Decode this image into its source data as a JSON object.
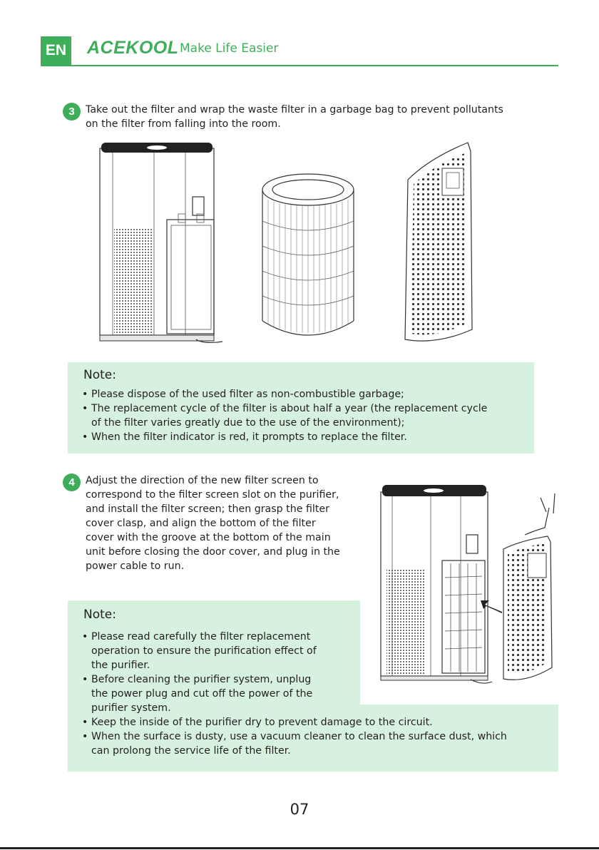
{
  "header": {
    "lang": "EN",
    "brand": "ACEKOOL",
    "tagline": "Make Life Easier"
  },
  "colors": {
    "accent": "#3fae5a",
    "note_bg": "#d6f1dd",
    "text": "#231f20"
  },
  "step3": {
    "number": "3",
    "lines": [
      "Take out the filter and wrap the waste filter in a garbage bag to prevent pollutants",
      "on the filter from falling into the room."
    ]
  },
  "note1": {
    "title": "Note:",
    "items": [
      [
        "Please dispose of the used filter as non-combustible garbage;"
      ],
      [
        "The replacement cycle of the filter is about half a year (the replacement cycle",
        "of the filter varies greatly due to the use of the environment);"
      ],
      [
        "When the filter indicator is red, it prompts to replace the filter."
      ]
    ]
  },
  "step4": {
    "number": "4",
    "lines": [
      "Adjust the direction of the new filter screen to",
      "correspond to the filter screen slot on the purifier,",
      "and install the filter screen; then grasp the filter",
      "cover clasp, and align the bottom of the filter",
      "cover with the groove at the bottom of the main",
      "unit before closing the door cover, and plug in the",
      "power cable to run."
    ]
  },
  "note2": {
    "title": "Note:",
    "items": [
      [
        "Please read carefully the filter replacement",
        "operation to ensure the purification effect of",
        "the purifier."
      ],
      [
        "Before cleaning the purifier system, unplug",
        "the power plug and cut off the power of the",
        "purifier system."
      ],
      [
        "Keep the inside of the purifier dry to prevent damage to the circuit."
      ],
      [
        "When the surface is dusty, use a vacuum cleaner to clean the surface dust, which",
        "can prolong the service life of the filter."
      ]
    ]
  },
  "illustrations": [
    "purifier-open-door-illustration",
    "cylindrical-filter-illustration",
    "filter-cover-illustration",
    "install-filter-illustration"
  ],
  "page_number": "07"
}
